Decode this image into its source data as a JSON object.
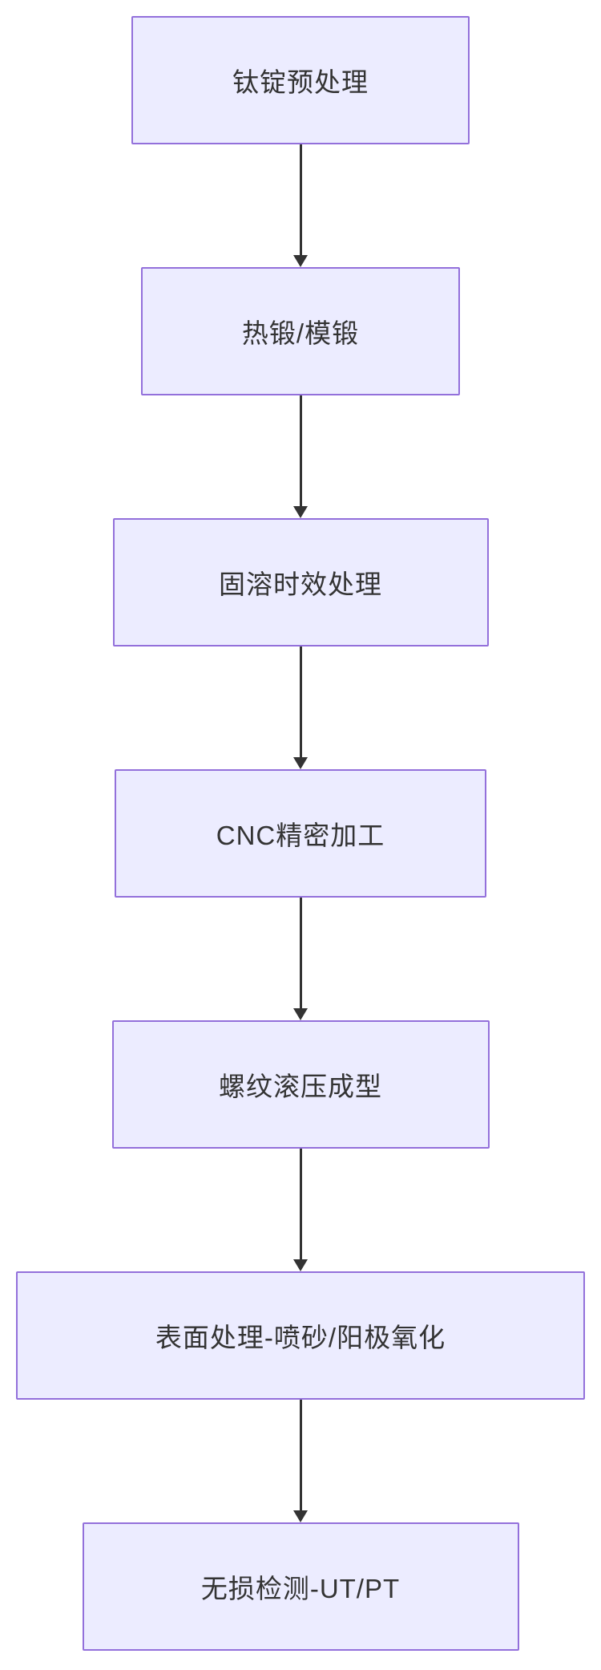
{
  "flowchart": {
    "title": "",
    "nodes": [
      {
        "label": "钛锭预处理"
      },
      {
        "label": "热锻/模锻"
      },
      {
        "label": "固溶时效处理"
      },
      {
        "label": "CNC精密加工"
      },
      {
        "label": "螺纹滚压成型"
      },
      {
        "label": "表面处理-喷砂/阳极氧化"
      },
      {
        "label": "无损检测-UT/PT"
      }
    ],
    "colors": {
      "node_fill": "#ECECFF",
      "node_border": "#9370DB",
      "arrow": "#333333",
      "text": "#333333",
      "background": "#FFFFFF"
    },
    "layout": "vertical-top-down"
  }
}
